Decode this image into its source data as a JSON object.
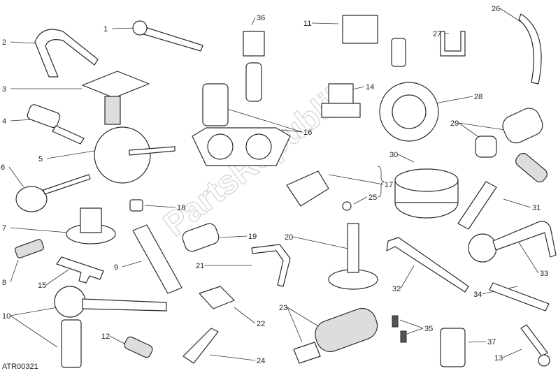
{
  "diagram_code": "ATR00321",
  "watermark": "PartsRepublik",
  "callouts": [
    "1",
    "2",
    "3",
    "4",
    "5",
    "6",
    "7",
    "8",
    "9",
    "10",
    "11",
    "12",
    "13",
    "14",
    "15",
    "16",
    "17",
    "18",
    "19",
    "20",
    "21",
    "22",
    "23",
    "24",
    "25",
    "26",
    "27",
    "28",
    "29",
    "30",
    "31",
    "32",
    "33",
    "34",
    "35",
    "36",
    "37"
  ]
}
